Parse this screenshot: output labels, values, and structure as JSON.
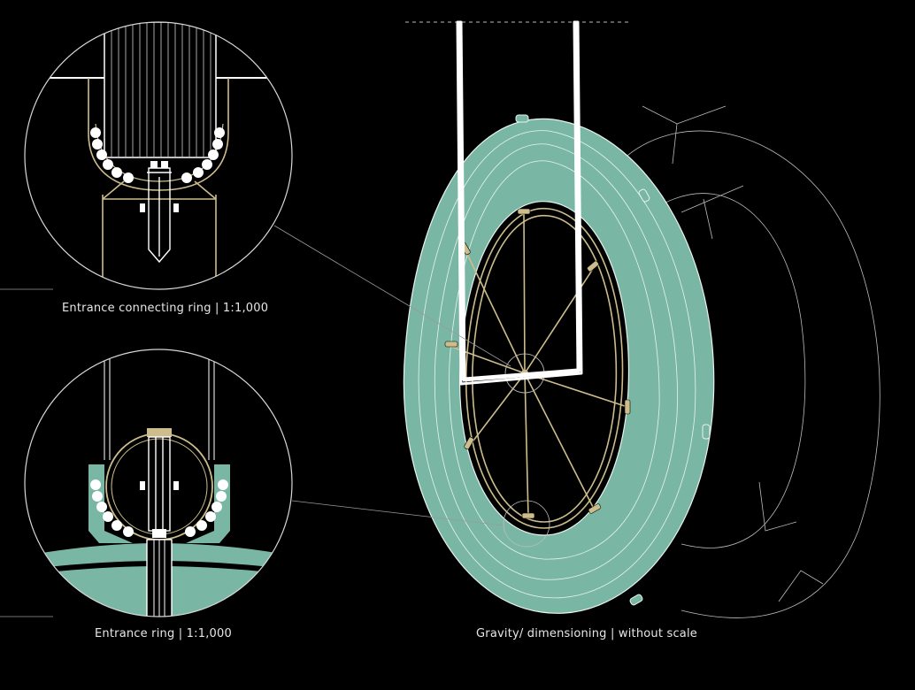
{
  "captions": {
    "detail_connecting": "Entrance connecting ring | 1:1,000",
    "detail_entrance": "Entrance ring | 1:1,000",
    "main": "Gravity/ dimensioning | without scale"
  },
  "colors": {
    "background": "#000000",
    "hull": "#79b7a4",
    "hull_stroke": "#e9f3ef",
    "line": "#d8d8d8",
    "spoke": "#cdbd8c",
    "white": "#ffffff"
  }
}
